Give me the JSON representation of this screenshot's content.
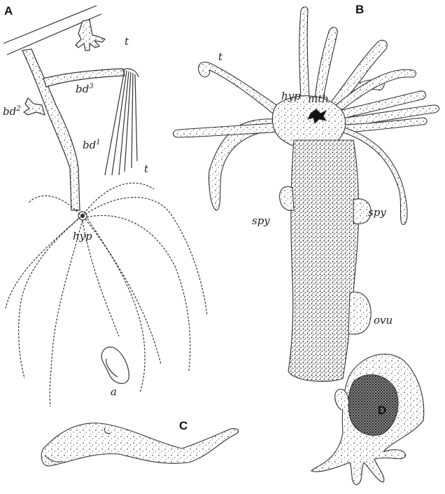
{
  "figure": {
    "panels": {
      "a": "A",
      "b": "B",
      "c": "C",
      "d": "D"
    },
    "labels": {
      "a_t": "t",
      "a_bd2": "bd",
      "a_bd2_sup": "2",
      "a_bd3": "bd",
      "a_bd3_sup": "3",
      "a_bd1": "bd",
      "a_bd1_sup": "1",
      "a_t2": "t",
      "a_hyp": "hyp",
      "a_a": "a",
      "b_t": "t",
      "b_hyp": "hyp",
      "b_mth": "mth",
      "b_spy_left": "spy",
      "b_spy_right": "spy",
      "b_ovu": "ovu"
    }
  }
}
